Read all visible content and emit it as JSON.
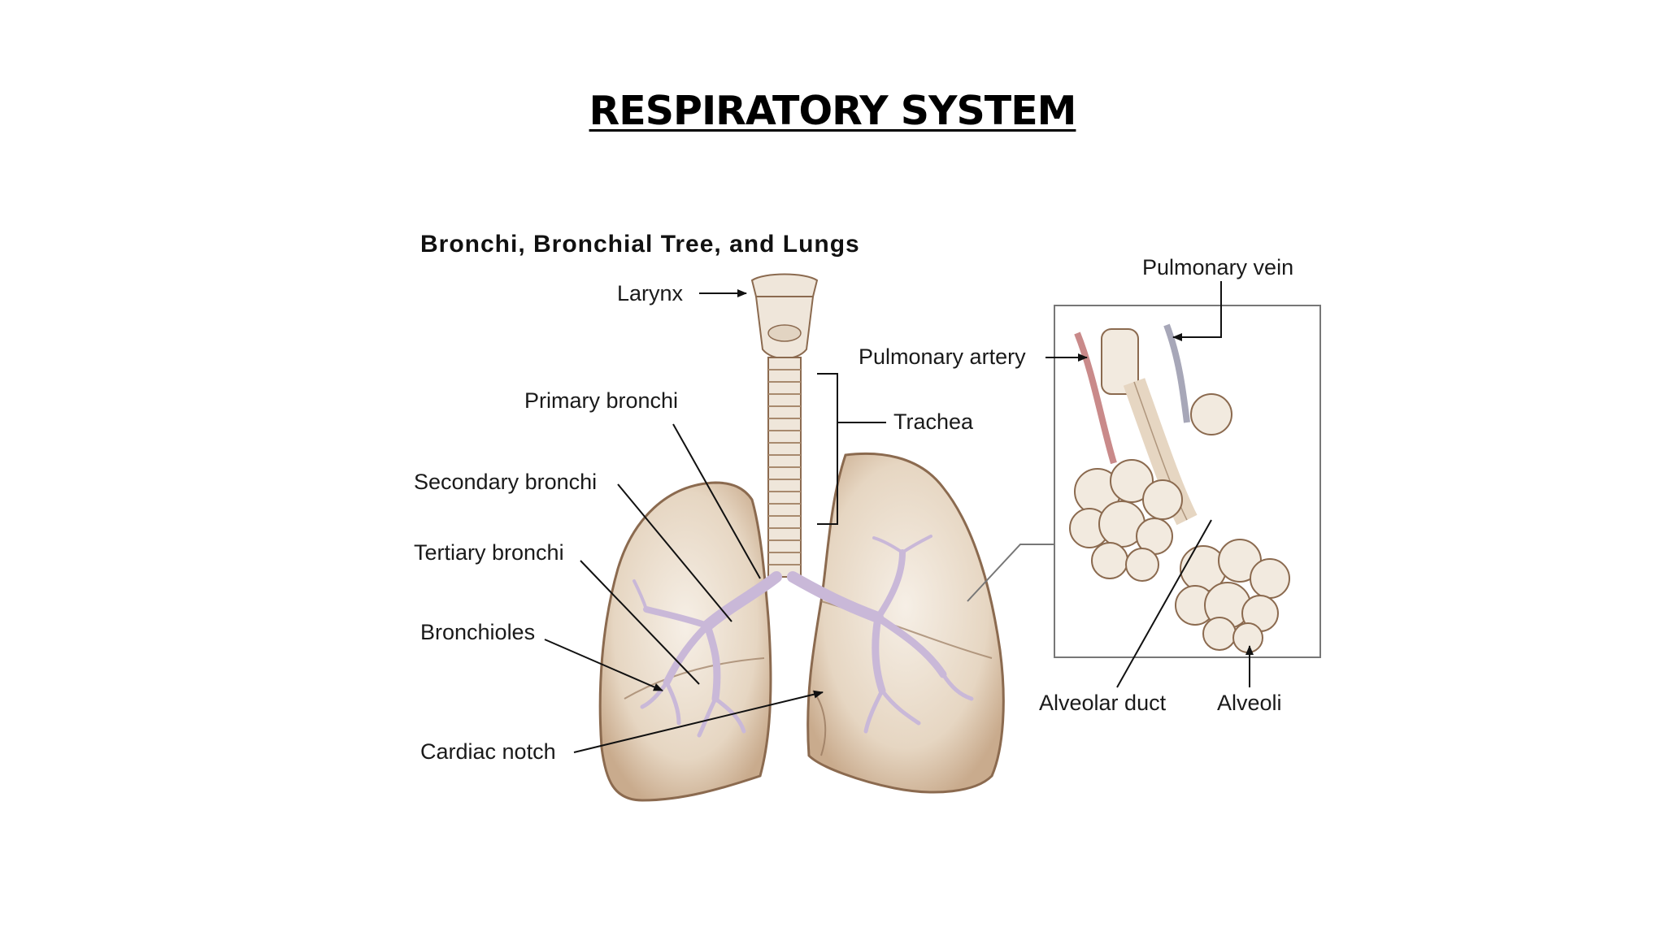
{
  "slide": {
    "title": "RESPIRATORY SYSTEM"
  },
  "diagram": {
    "title": "Bronchi, Bronchial Tree, and Lungs",
    "labels": {
      "larynx": "Larynx",
      "primary_bronchi": "Primary bronchi",
      "secondary_bronchi": "Secondary bronchi",
      "tertiary_bronchi": "Tertiary bronchi",
      "bronchioles": "Bronchioles",
      "cardiac_notch": "Cardiac notch",
      "trachea": "Trachea",
      "pulmonary_artery": "Pulmonary artery",
      "pulmonary_vein": "Pulmonary vein",
      "alveolar_duct": "Alveolar duct",
      "alveoli": "Alveoli"
    },
    "colors": {
      "lung_fill": "#e9dccb",
      "lung_outline": "#8b6a4f",
      "airway": "#c9b8d8",
      "cartilage": "#efe6da",
      "leader_line": "#111111",
      "inset_frame": "#777777"
    }
  }
}
